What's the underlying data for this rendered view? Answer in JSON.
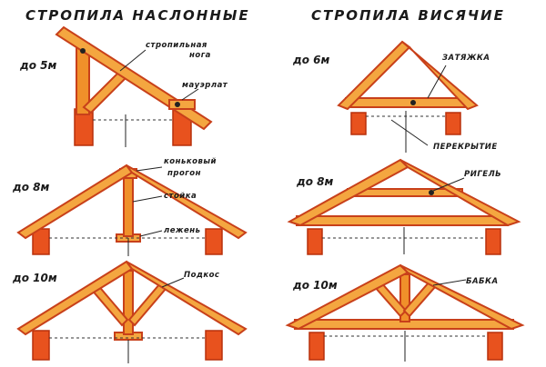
{
  "titles": {
    "left": "СТРОПИЛА НАСЛОННЫЕ",
    "right": "СТРОПИЛА ВИСЯЧИЕ"
  },
  "spans": {
    "l1": "до 5м",
    "l2": "до 8м",
    "l3": "до 10м",
    "r1": "до 6м",
    "r2": "до 8м",
    "r3": "до 10м"
  },
  "labels": {
    "rafter_leg_1": "стропильная",
    "rafter_leg_2": "нога",
    "mauerlat": "мауэрлат",
    "ridge_purlin_1": "коньковый",
    "ridge_purlin_2": "прогон",
    "post": "стойка",
    "sill": "лежень",
    "brace": "Подкос",
    "tie": "ЗАТЯЖКА",
    "floor": "ПЕРЕКРЫТИЕ",
    "collar": "РИГЕЛЬ",
    "king_post": "БАБКА"
  }
}
